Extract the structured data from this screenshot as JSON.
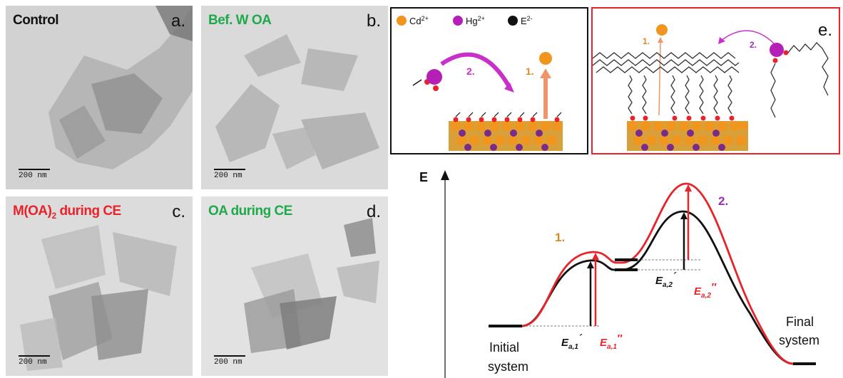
{
  "tem_panels": [
    {
      "label": "Control",
      "letter": "a.",
      "label_color": "#111111",
      "scale": "200 nm"
    },
    {
      "label": "Bef. W OA",
      "letter": "b.",
      "label_color": "#1fa94b",
      "scale": "200 nm"
    },
    {
      "label_main": "M(OA)",
      "label_sub": "2",
      "label_tail": " during CE",
      "letter": "c.",
      "label_color": "#e8232a",
      "scale": "200 nm"
    },
    {
      "label": "OA during CE",
      "letter": "d.",
      "label_color": "#1fa94b",
      "scale": "200 nm"
    }
  ],
  "legend": {
    "cd": "Cd",
    "cd_sup": "2+",
    "hg": "Hg",
    "hg_sup": "2+",
    "e": "E",
    "e_sup": "2-"
  },
  "scheme": {
    "step1": "1.",
    "step2": "2.",
    "panel_e_letter": "e."
  },
  "energy_diagram": {
    "axis_label": "E",
    "step1": "1.",
    "step2": "2.",
    "initial_1": "Initial",
    "initial_2": "system",
    "final_1": "Final",
    "final_2": "system",
    "ea1_prime": {
      "base": "E",
      "sub": "a,1",
      "mark": "´"
    },
    "ea1_dprime": {
      "base": "E",
      "sub": "a,1",
      "mark": "″"
    },
    "ea2_prime": {
      "base": "E",
      "sub": "a,2",
      "mark": "´"
    },
    "ea2_dprime": {
      "base": "E",
      "sub": "a,2",
      "mark": "″"
    }
  },
  "colors": {
    "cd": "#f0961e",
    "hg": "#b51fb5",
    "e": "#111111",
    "red": "#e8232a",
    "orange_text": "#d98a2a",
    "purple_text": "#9a2fb3",
    "arrow_magenta": "#c92fc9",
    "arrow_orange": "#f0956a"
  }
}
